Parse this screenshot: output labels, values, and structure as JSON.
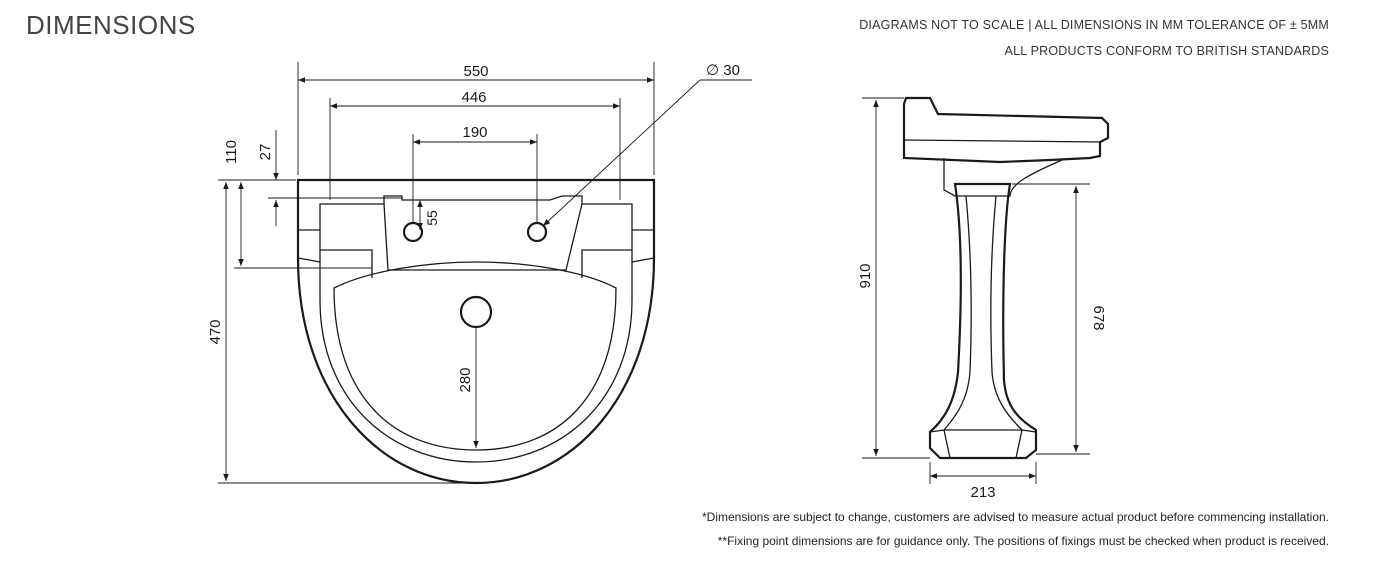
{
  "header": {
    "title": "DIMENSIONS",
    "note_line1": "DIAGRAMS NOT TO SCALE | ALL DIMENSIONS IN MM TOLERANCE OF ± 5MM",
    "note_line2": "ALL PRODUCTS CONFORM TO BRITISH STANDARDS"
  },
  "plan_view": {
    "width_overall": "550",
    "width_inner": "446",
    "tap_hole_spacing": "190",
    "hole_diameter": "∅ 30",
    "depth_overall": "470",
    "back_height": "110",
    "back_offset": "27",
    "tap_hole_offset": "55",
    "waste_to_front": "280"
  },
  "side_view": {
    "total_height": "910",
    "pedestal_height": "678",
    "pedestal_base_width": "213"
  },
  "footer": {
    "note1": "*Dimensions are subject to change, customers are advised to measure actual product before commencing installation.",
    "note2": "**Fixing point dimensions are for guidance only. The positions of fixings must be checked when product is received."
  }
}
